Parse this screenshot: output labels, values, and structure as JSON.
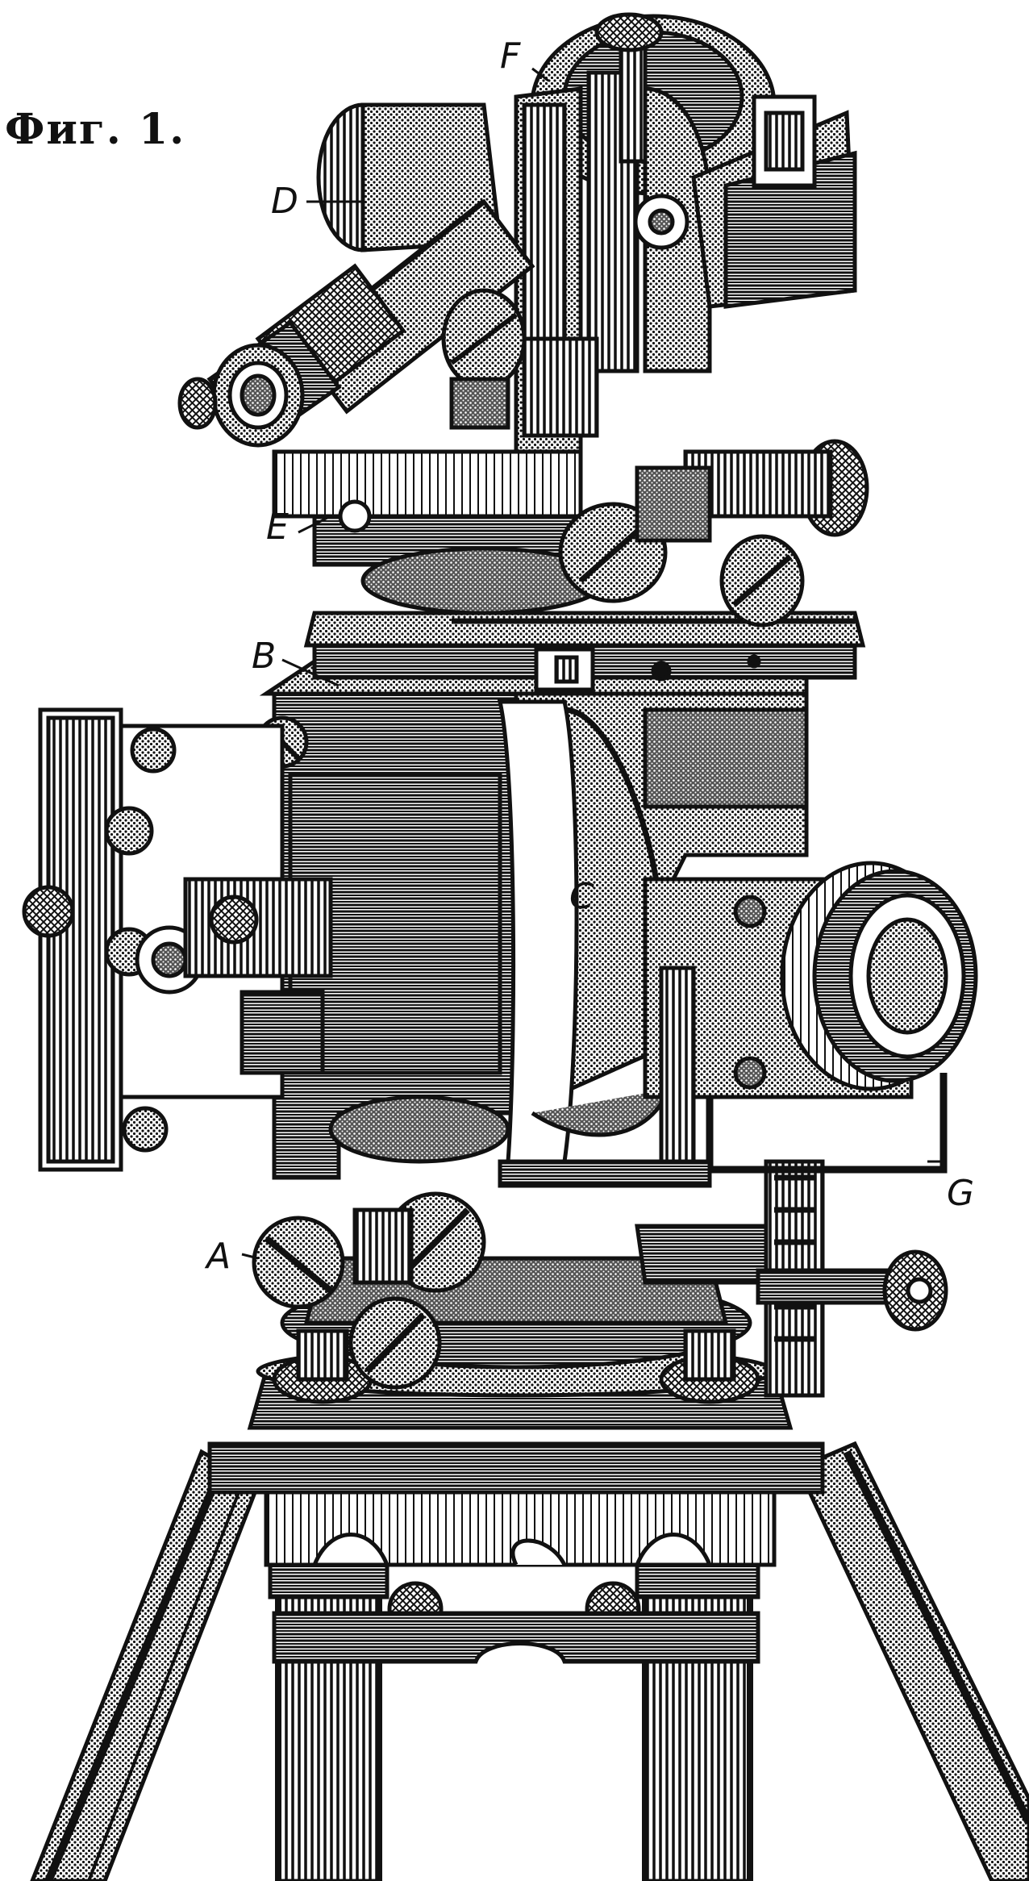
{
  "figure": {
    "title": "Фиг. 1.",
    "labels": {
      "a": "A",
      "b": "B",
      "c": "C",
      "d": "D",
      "e": "E",
      "f": "F",
      "g": "G"
    }
  },
  "colors": {
    "ink": "#111111",
    "paper": "#ffffff"
  }
}
